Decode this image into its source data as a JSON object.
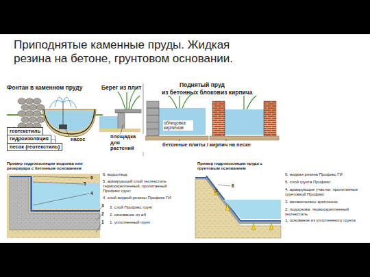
{
  "diagram": {
    "title": "Приподнятые каменные пруды. Жидкая резина на бетоне, грунтовом основании.",
    "nodes": [
      {
        "text": [
          "геотекстиль"
        ]
      },
      {
        "text": [
          "гидроизоляция"
        ]
      },
      {
        "text": [
          "песок (геотекстиль)"
        ]
      }
    ],
    "labels": [
      "Фонтан в каменном пруду",
      "насос",
      "Берег из плит",
      "площадка для растений",
      "Поднятый пруд",
      "из бетонных блоков",
      "из кирпича",
      "облицовка кирпичом",
      "бетонные плиты / кирпич на песке",
      "Пример гидроизоляции водоема или резервуара с бетонным основанием",
      "6. водоотвод",
      "5. армирующий слой геотекстиль термоскрепленный, пропитанный Профикс грунт",
      "4. слой жидкой резины Профикс ГИ",
      "3. слой Профикс грунт",
      "2. основание из жб",
      "1. уплотненный грунт",
      "6",
      "5",
      "4",
      "3",
      "2",
      "1",
      "Пример гидроизоляции пруда с грунтовым основанием",
      "6. жидкая резина Профикс ГИ",
      "5. слой грунта Профикс",
      "4. армирующие участки, пропитанные грунтовкой Профикс",
      "3. механическое крепление",
      "2. подоснова: термоскрепленный геотекстиль",
      "1. основание из уплотненного грунта",
      "6",
      "5"
    ]
  }
}
